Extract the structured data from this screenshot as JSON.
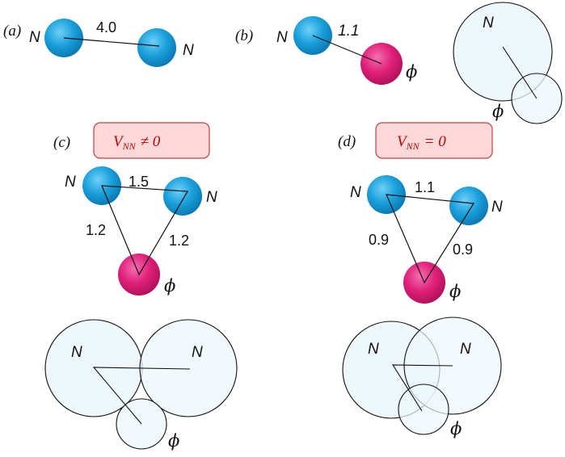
{
  "panels": {
    "a": {
      "label": "(a)",
      "nucleon1": "N",
      "nucleon2": "N",
      "distance": "4.0"
    },
    "b": {
      "label": "(b)",
      "nucleon": "N",
      "meson": "ϕ",
      "distance": "1.1",
      "overlap_nucleon": "N",
      "overlap_meson": "ϕ"
    },
    "c": {
      "label": "(c)",
      "potential": "V",
      "potential_sub": "NN",
      "potential_rel": "≠ 0",
      "nucleon1": "N",
      "nucleon2": "N",
      "meson": "ϕ",
      "d_nn": "1.5",
      "d_left": "1.2",
      "d_right": "1.2",
      "overlap_nucleon1": "N",
      "overlap_nucleon2": "N",
      "overlap_meson": "ϕ"
    },
    "d": {
      "label": "(d)",
      "potential": "V",
      "potential_sub": "NN",
      "potential_rel": "= 0",
      "nucleon1": "N",
      "nucleon2": "N",
      "meson": "ϕ",
      "d_nn": "1.1",
      "d_left": "0.9",
      "d_right": "0.9",
      "overlap_nucleon1": "N",
      "overlap_nucleon2": "N",
      "overlap_meson": "ϕ"
    }
  },
  "colors": {
    "nucleon": "#1aa0dc",
    "meson": "#e0207a",
    "cloud_fill": "#eef7fc",
    "box_fill": "#fdd8d8",
    "box_stroke": "#c04040",
    "box_text": "#c00000"
  }
}
